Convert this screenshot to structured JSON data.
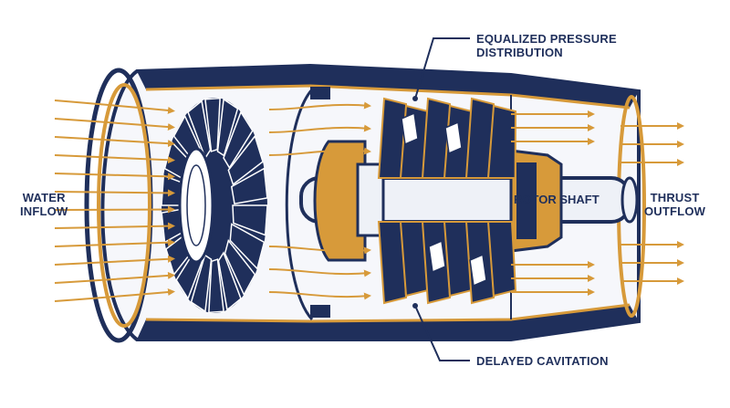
{
  "labels": {
    "water_inflow": [
      "WATER",
      "INFLOW"
    ],
    "thrust_outflow": [
      "THRUST",
      "OUTFLOW"
    ],
    "equalized_pressure": [
      "EQUALIZED PRESSURE",
      "DISTRIBUTION"
    ],
    "rotor_shaft": "ROTOR SHAFT",
    "delayed_cavitation": "DELAYED CAVITATION"
  },
  "colors": {
    "navy": "#1f2f5b",
    "gold": "#d79a3a",
    "light": "#f6f7fb",
    "shaft": "#eef1f7"
  }
}
